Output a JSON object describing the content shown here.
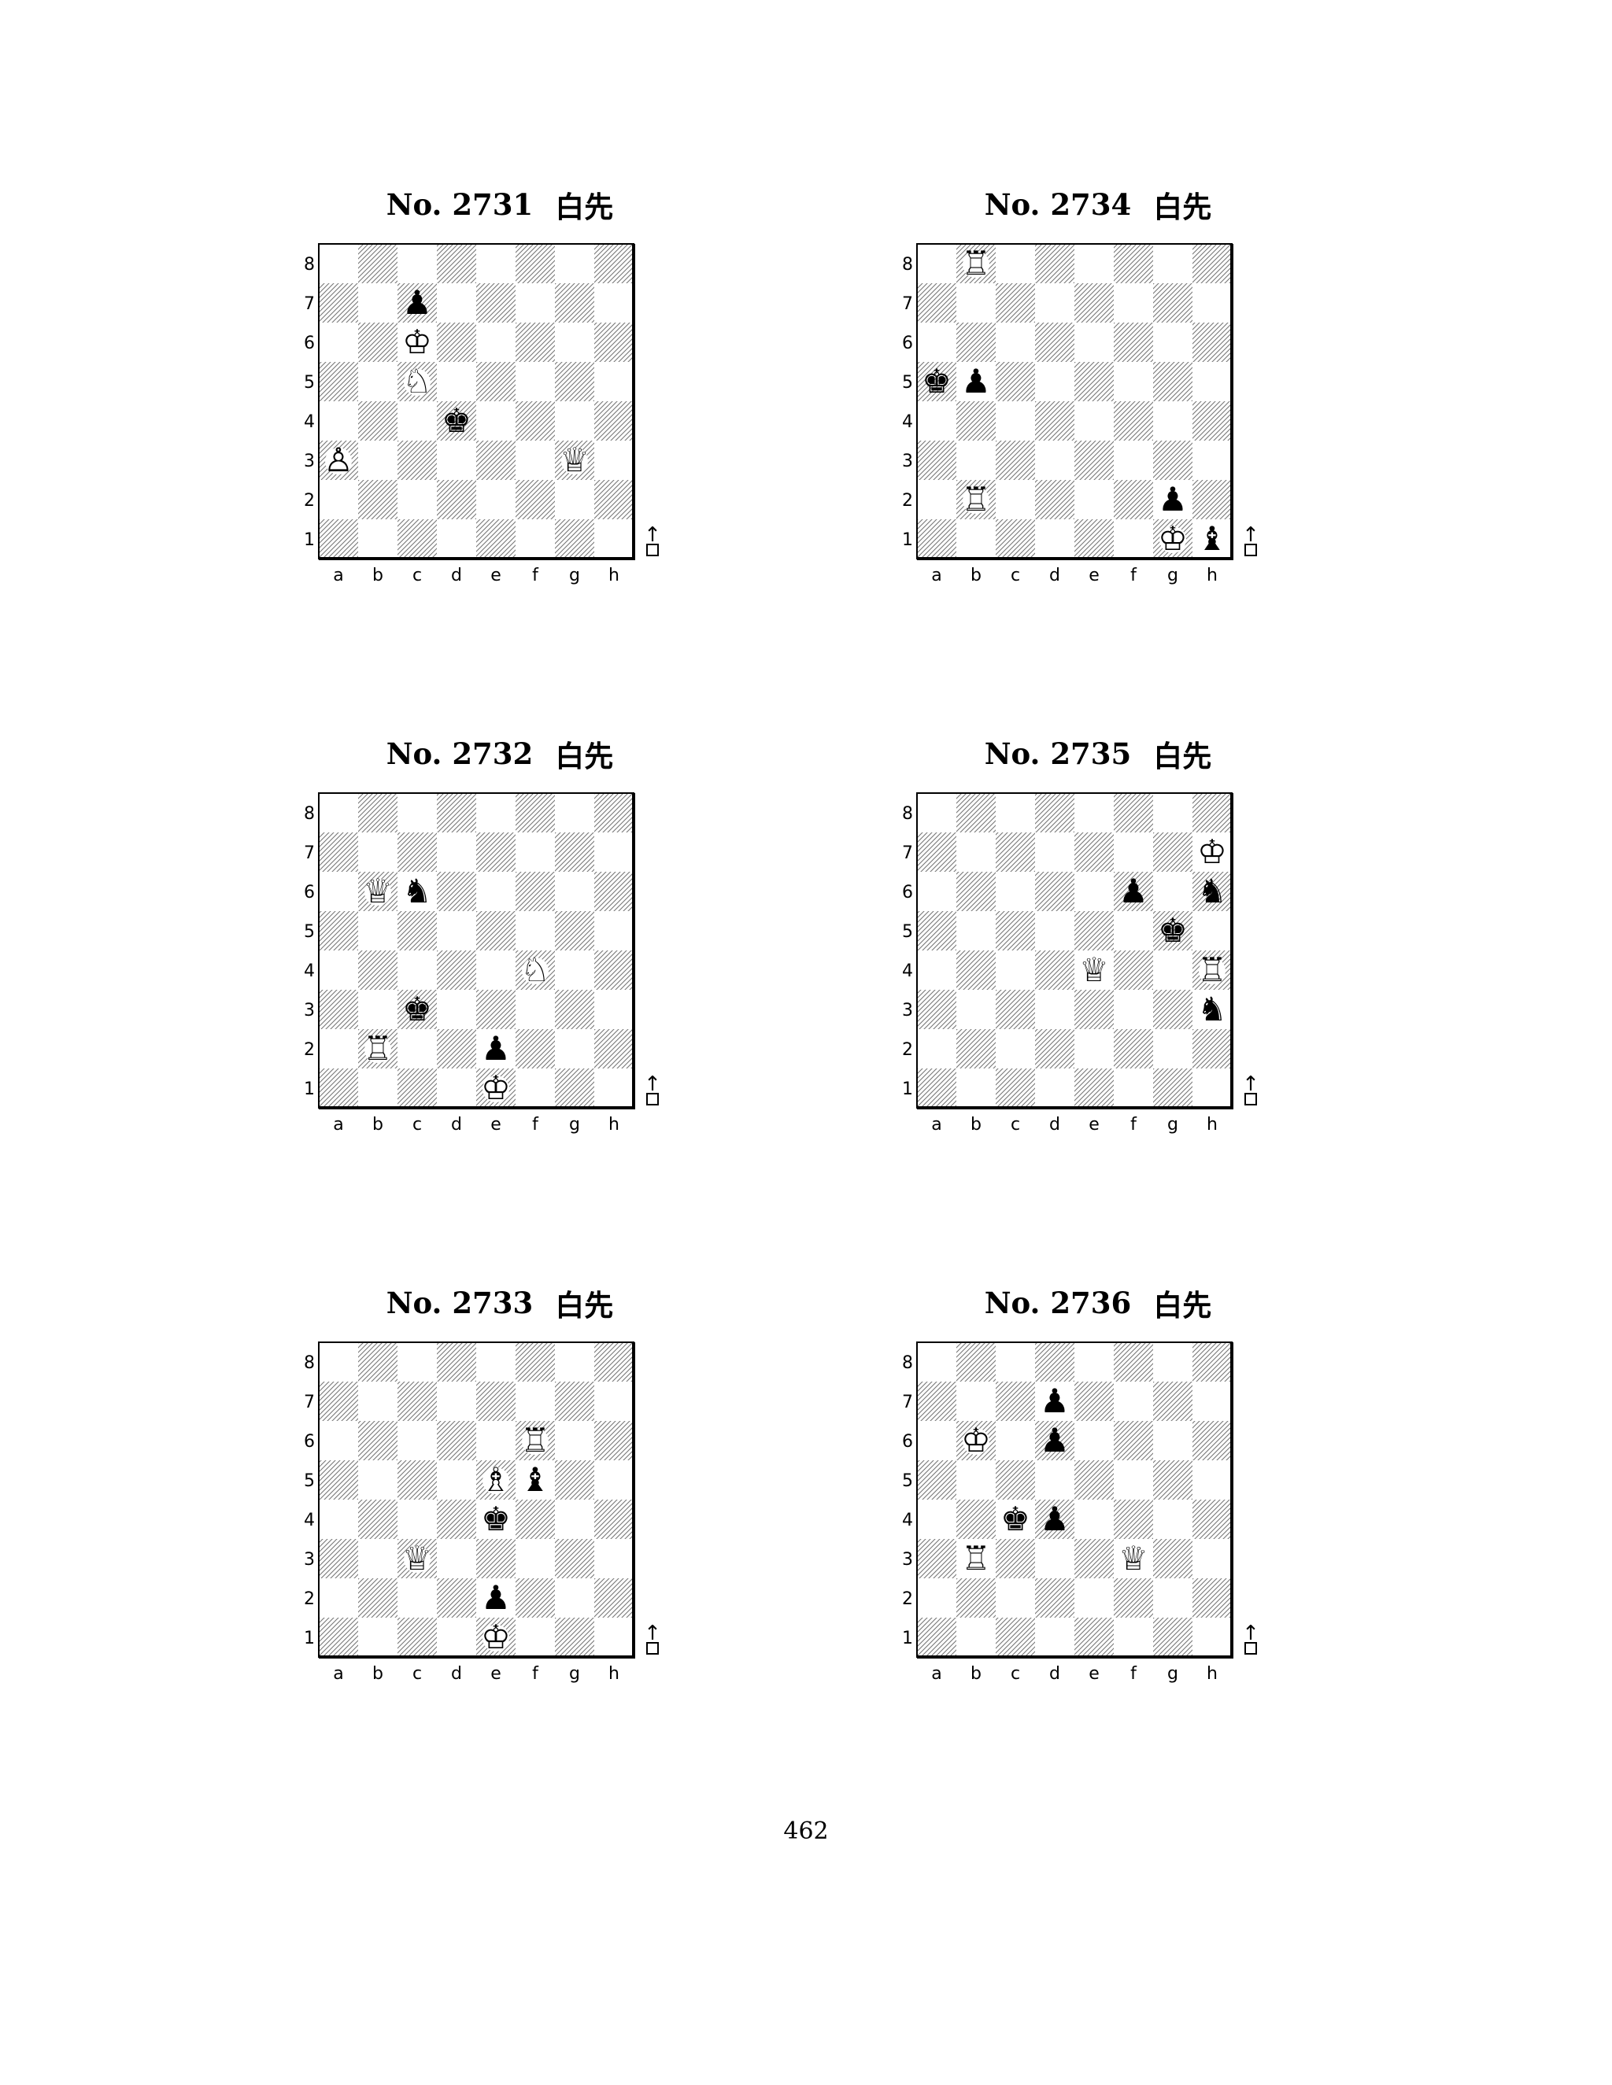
{
  "page_number": "462",
  "hatch_color": "#777777",
  "puzzles": [
    {
      "number": "No. 2731",
      "side": "白先",
      "pieces": [
        [
          "c7",
          "bP"
        ],
        [
          "c6",
          "wK"
        ],
        [
          "c5",
          "wN"
        ],
        [
          "d4",
          "bK"
        ],
        [
          "a3",
          "wP"
        ],
        [
          "g3",
          "wQ"
        ]
      ]
    },
    {
      "number": "No. 2732",
      "side": "白先",
      "pieces": [
        [
          "b6",
          "wQ"
        ],
        [
          "c6",
          "bN"
        ],
        [
          "f4",
          "wN"
        ],
        [
          "c3",
          "bK"
        ],
        [
          "b2",
          "wR"
        ],
        [
          "e2",
          "bP"
        ],
        [
          "e1",
          "wK"
        ]
      ]
    },
    {
      "number": "No. 2733",
      "side": "白先",
      "pieces": [
        [
          "f6",
          "wR"
        ],
        [
          "e5",
          "wB"
        ],
        [
          "f5",
          "bB"
        ],
        [
          "e4",
          "bK"
        ],
        [
          "c3",
          "wQ"
        ],
        [
          "e2",
          "bP"
        ],
        [
          "e1",
          "wK"
        ]
      ]
    },
    {
      "number": "No. 2734",
      "side": "白先",
      "pieces": [
        [
          "b8",
          "wR"
        ],
        [
          "a5",
          "bK"
        ],
        [
          "b5",
          "bP"
        ],
        [
          "b2",
          "wR"
        ],
        [
          "g2",
          "bP"
        ],
        [
          "g1",
          "wK"
        ],
        [
          "h1",
          "bB"
        ]
      ]
    },
    {
      "number": "No. 2735",
      "side": "白先",
      "pieces": [
        [
          "h7",
          "wK"
        ],
        [
          "f6",
          "bP"
        ],
        [
          "h6",
          "bN"
        ],
        [
          "g5",
          "bK"
        ],
        [
          "e4",
          "wQ"
        ],
        [
          "h4",
          "wR"
        ],
        [
          "h3",
          "bN"
        ]
      ]
    },
    {
      "number": "No. 2736",
      "side": "白先",
      "pieces": [
        [
          "d7",
          "bP"
        ],
        [
          "b6",
          "wK"
        ],
        [
          "d6",
          "bP"
        ],
        [
          "c4",
          "bK"
        ],
        [
          "d4",
          "bP"
        ],
        [
          "b3",
          "wR"
        ],
        [
          "f3",
          "wQ"
        ]
      ]
    }
  ],
  "files": [
    "a",
    "b",
    "c",
    "d",
    "e",
    "f",
    "g",
    "h"
  ],
  "ranks": [
    "8",
    "7",
    "6",
    "5",
    "4",
    "3",
    "2",
    "1"
  ],
  "glyphs": {
    "wK": "♔",
    "wQ": "♕",
    "wR": "♖",
    "wB": "♗",
    "wN": "♘",
    "wP": "♙",
    "bK": "♚",
    "bQ": "♛",
    "bR": "♜",
    "bB": "♝",
    "bN": "♞",
    "bP": "♟"
  },
  "side_indicator": {
    "arrow": "↑",
    "box": "□"
  }
}
